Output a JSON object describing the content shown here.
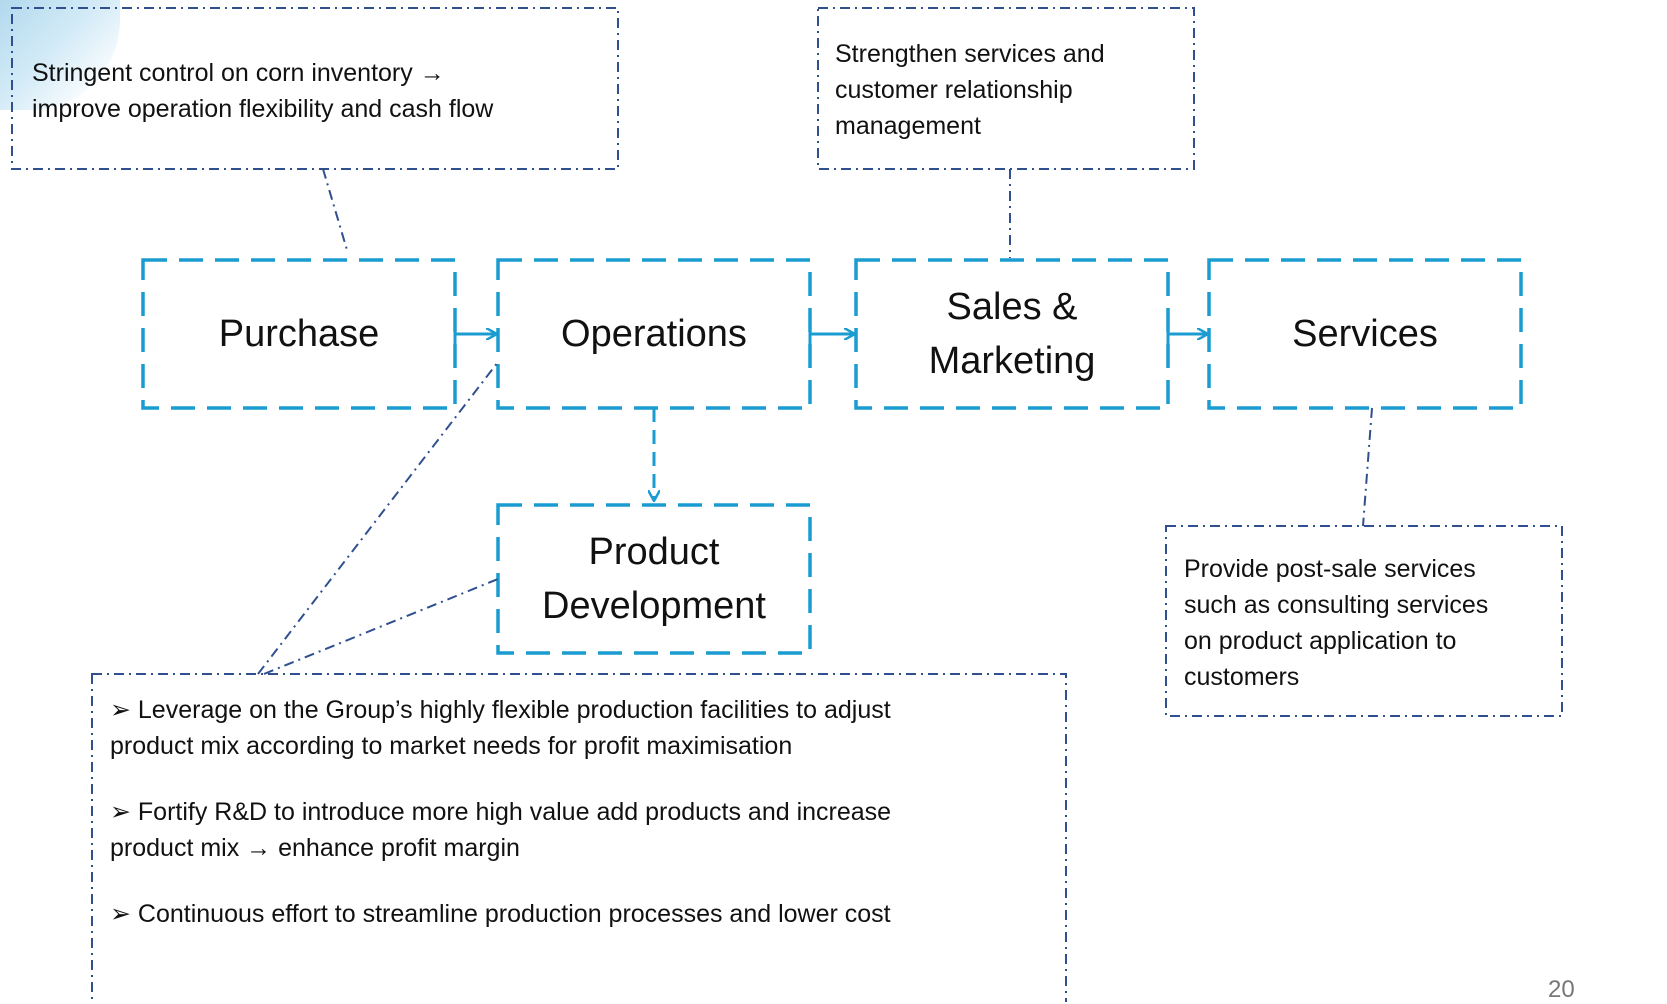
{
  "colors": {
    "process_border": "#1a9cd0",
    "note_border": "#2f4f8f",
    "text": "#111111"
  },
  "process": {
    "purchase": [
      "Purchase"
    ],
    "operations": [
      "Operations"
    ],
    "sales_marketing": [
      "Sales &",
      "Marketing"
    ],
    "services": [
      "Services"
    ],
    "product_development": [
      "Product",
      "Development"
    ]
  },
  "notes": {
    "purchase": [
      "Stringent control on corn inventory →",
      "improve operation flexibility and cash flow"
    ],
    "sales": [
      "Strengthen services and",
      "customer relationship",
      "management"
    ],
    "services": [
      "Provide post-sale services",
      "such as consulting services",
      "on product application to",
      "customers"
    ],
    "operations": [
      {
        "marker": "➢",
        "lines": [
          "Leverage on the Group’s highly flexible production facilities to adjust",
          "product mix according to market needs for profit maximisation"
        ]
      },
      {
        "marker": "➢",
        "lines": [
          "Fortify R&D to introduce more high value add products and increase",
          "product mix → enhance profit margin"
        ]
      },
      {
        "marker": "➢",
        "lines": [
          "Continuous effort to streamline production processes and lower cost"
        ]
      }
    ]
  },
  "page_number": "20",
  "icons": {
    "flow_arrow": "arrow-right-icon",
    "down_arrow": "arrow-down-icon",
    "bullet": "bullet-arrow-icon",
    "decor": "water-splash-decoration"
  }
}
